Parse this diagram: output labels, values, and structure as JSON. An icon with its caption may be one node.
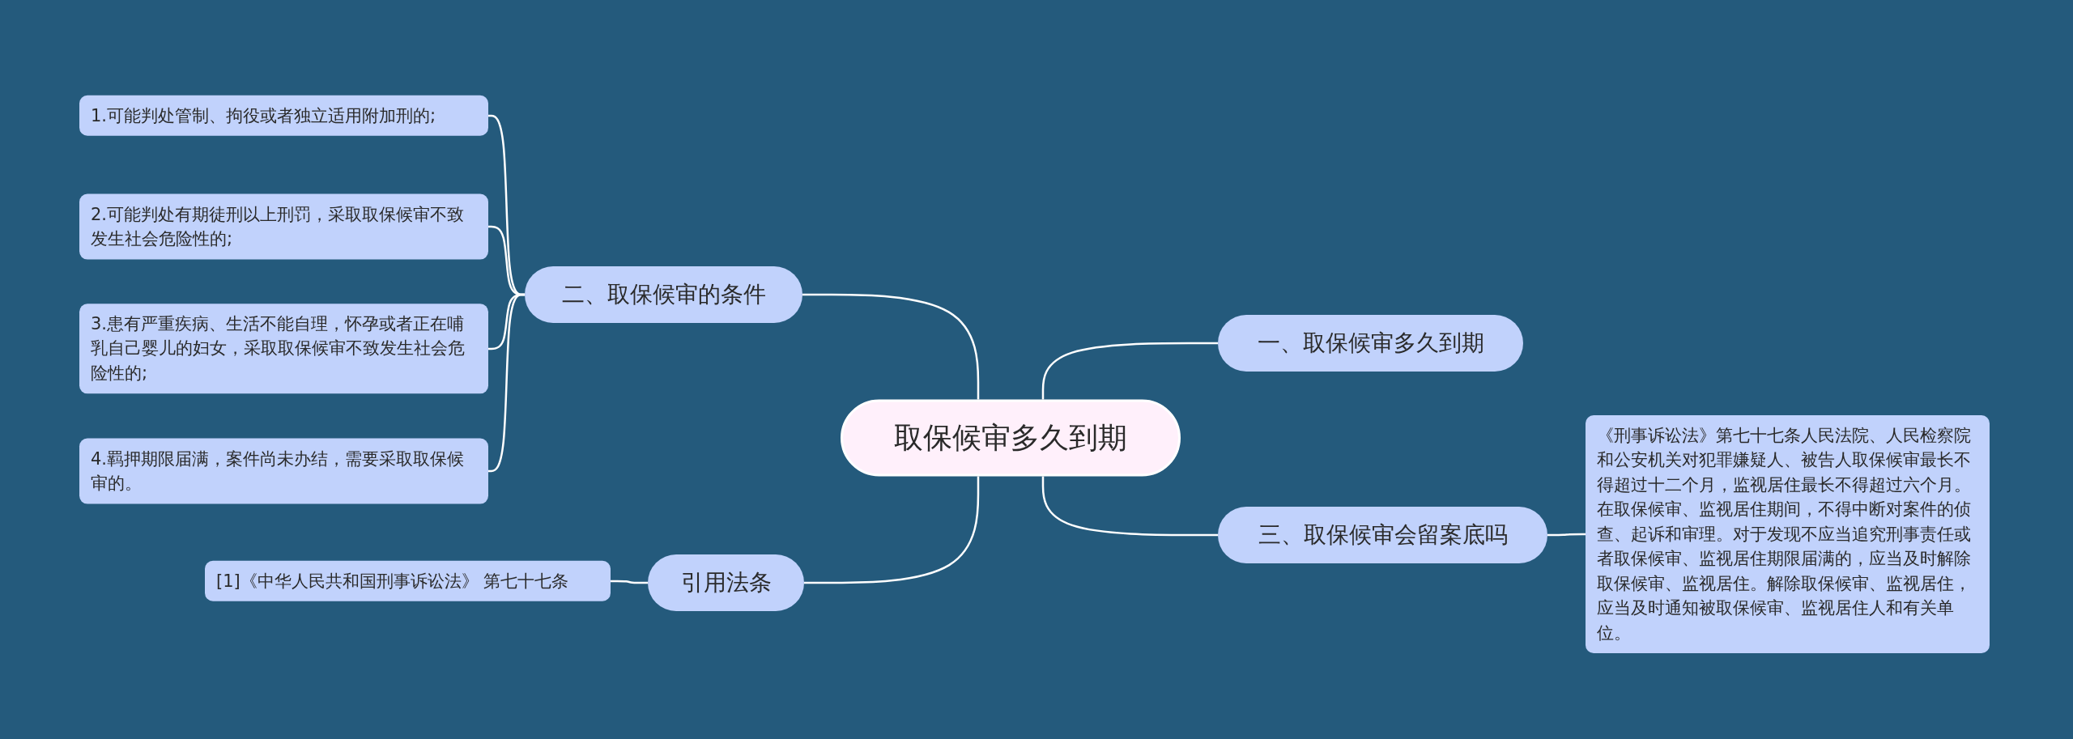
{
  "diagram": {
    "nodes": [
      {
        "text": [
          "取保候审多久到期"
        ]
      },
      {
        "text": [
          "一、取保候审多久到期"
        ]
      },
      {
        "text": [
          "二、取保候审的条件"
        ]
      },
      {
        "text": [
          "1.可能判处管制、拘役或者独立适用附加刑的;"
        ]
      },
      {
        "text": [
          "2.可能判处有期徒刑以上刑罚，采取取保候审不致发生社会危险性的;"
        ]
      },
      {
        "text": [
          "3.患有严重疾病、生活不能自理，怀孕或者正在哺乳自己婴儿的妇女，采取取保候审不致发生社会危险性的;"
        ]
      },
      {
        "text": [
          "4.羁押期限届满，案件尚未办结，需要采取取保候审的。"
        ]
      },
      {
        "text": [
          "三、取保候审会留案底吗"
        ]
      },
      {
        "text": [
          "《刑事诉讼法》第七十七条人民法院、人民检察院和公安机关对犯罪嫌疑人、被告人取保候审最长不得超过十二个月，监视居住最长不得超过六个月。在取保候审、监视居住期间，不得中断对案件的侦查、起诉和审理。对于发现不应当追究刑事责任或者取保候审、监视居住期限届满的，应当及时解除取保候审、监视居住。解除取保候审、监视居住，应当及时通知被取保候审、监视居住人和有关单位。"
        ]
      },
      {
        "text": [
          "引用法条"
        ]
      },
      {
        "text": [
          "[1]《中华人民共和国刑事诉讼法》 第七十七条"
        ]
      }
    ],
    "edges": [
      {
        "from": 0,
        "to": 1,
        "arrow": "none"
      },
      {
        "from": 0,
        "to": 2,
        "arrow": "none"
      },
      {
        "from": 2,
        "to": 3,
        "arrow": "none"
      },
      {
        "from": 2,
        "to": 4,
        "arrow": "none"
      },
      {
        "from": 2,
        "to": 5,
        "arrow": "none"
      },
      {
        "from": 2,
        "to": 6,
        "arrow": "none"
      },
      {
        "from": 0,
        "to": 7,
        "arrow": "none"
      },
      {
        "from": 7,
        "to": 8,
        "arrow": "none"
      },
      {
        "from": 0,
        "to": 9,
        "arrow": "none"
      },
      {
        "from": 9,
        "to": 10,
        "arrow": "none"
      }
    ]
  }
}
